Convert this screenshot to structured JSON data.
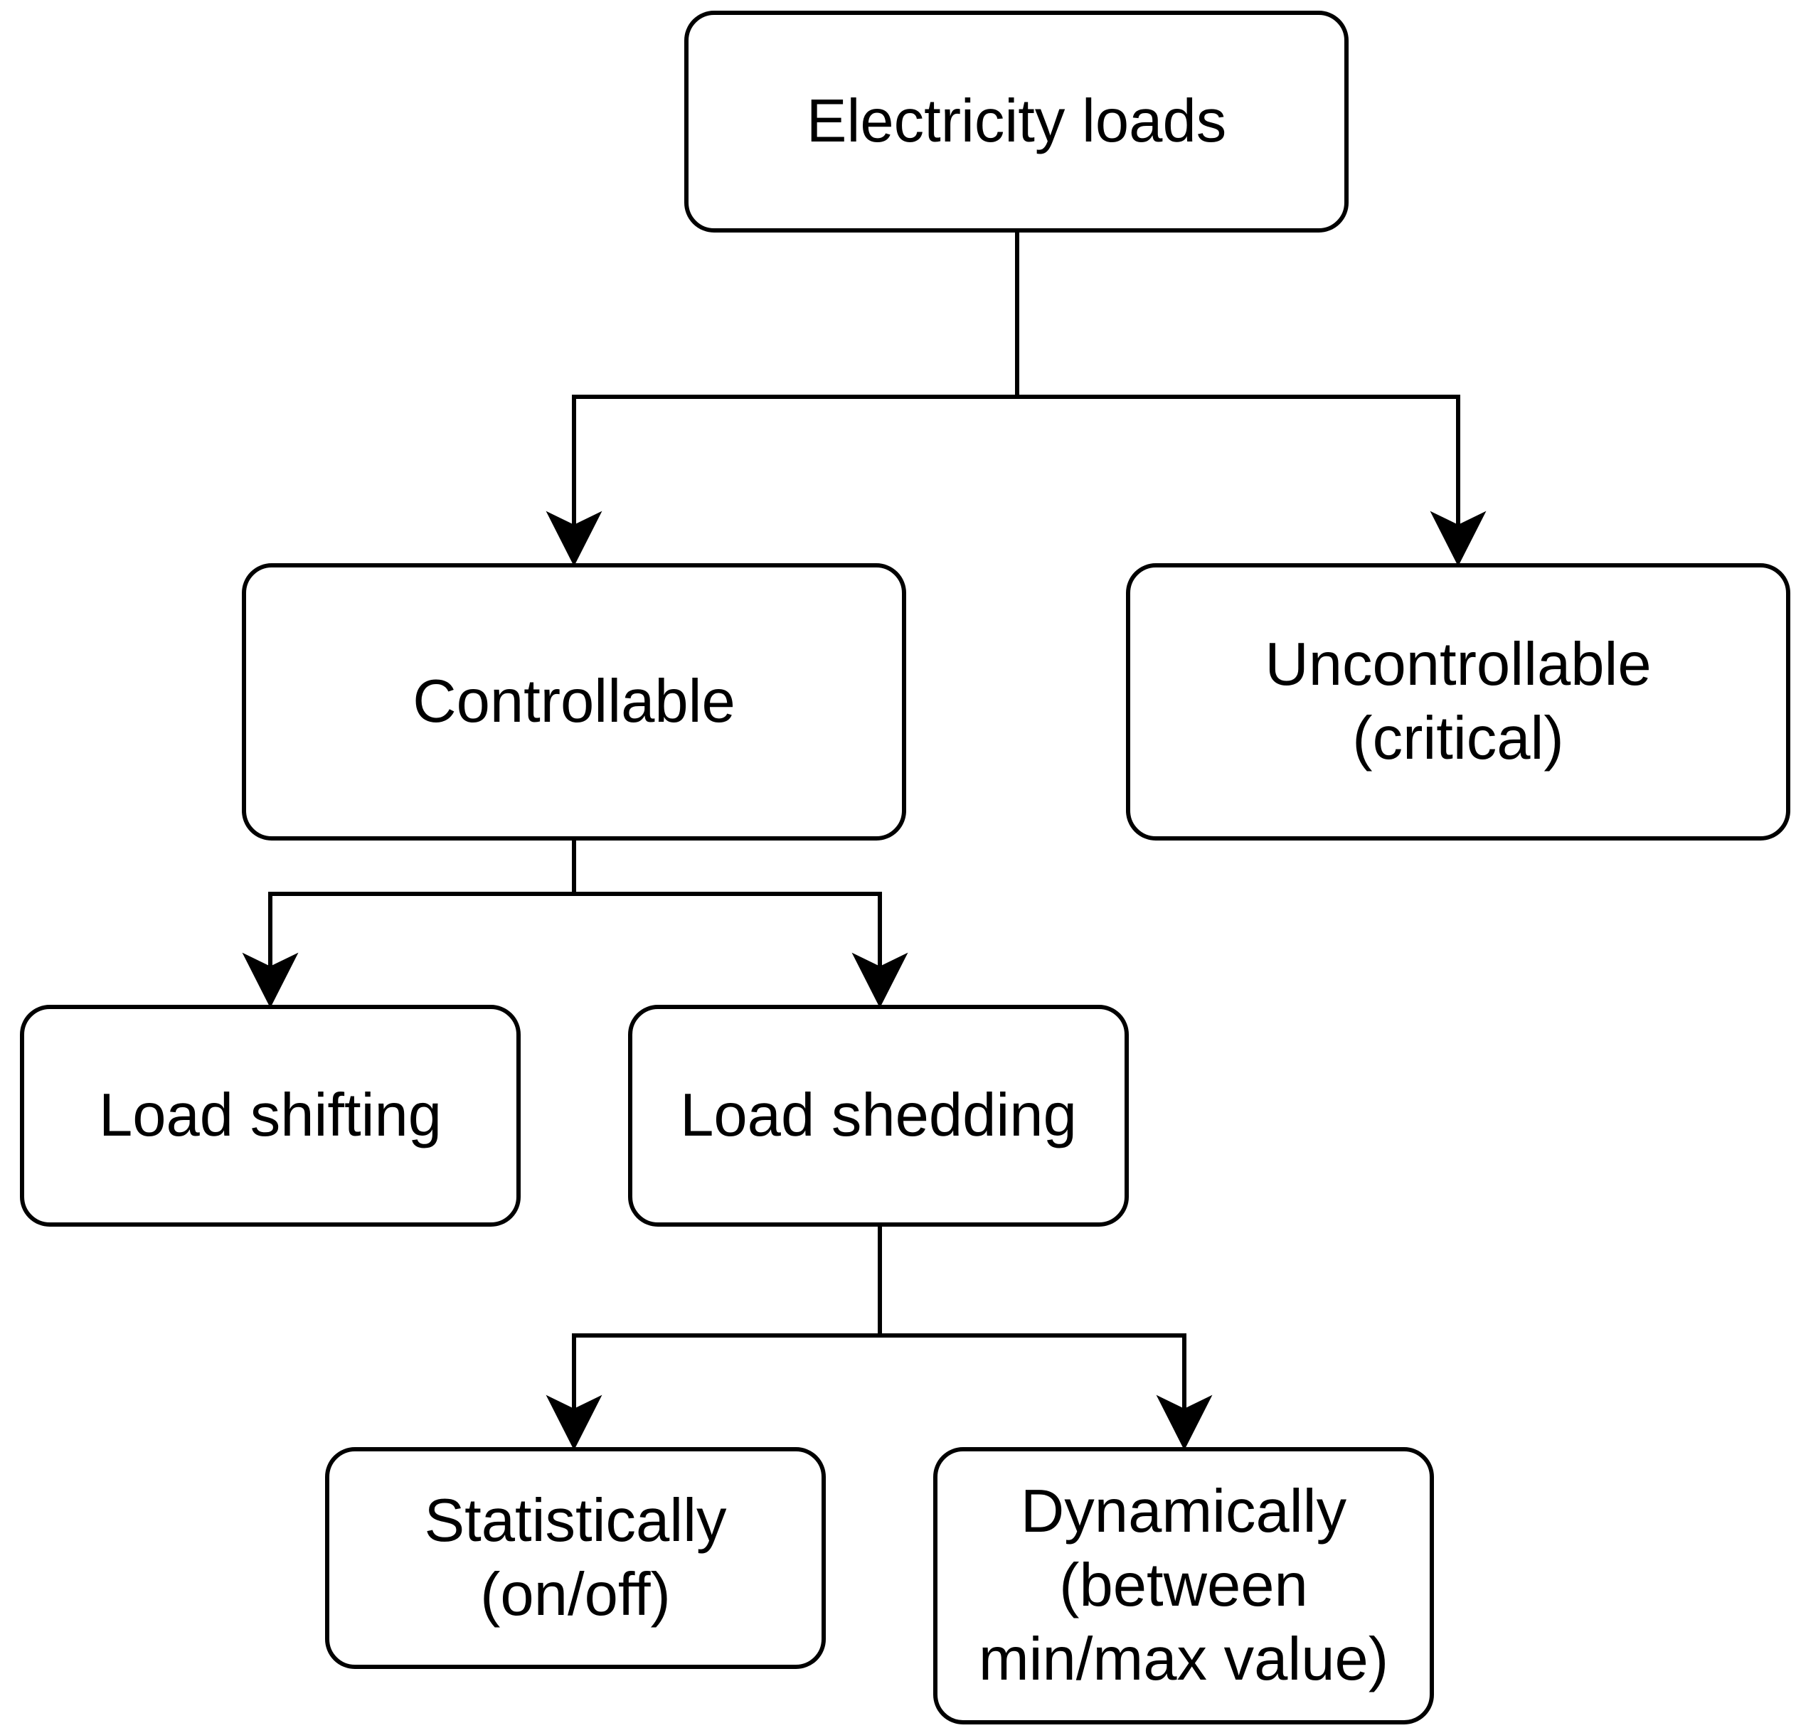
{
  "nodes": {
    "root": {
      "lines": [
        "Electricity loads"
      ]
    },
    "controllable": {
      "lines": [
        "Controllable"
      ]
    },
    "uncontrollable": {
      "lines": [
        "Uncontrollable",
        "(critical)"
      ]
    },
    "load_shifting": {
      "lines": [
        "Load shifting"
      ]
    },
    "load_shedding": {
      "lines": [
        "Load shedding"
      ]
    },
    "statistically": {
      "lines": [
        "Statistically",
        "(on/off)"
      ]
    },
    "dynamically": {
      "lines": [
        "Dynamically",
        "(between",
        "min/max value)"
      ]
    }
  },
  "colors": {
    "stroke": "#000000",
    "fill": "#ffffff",
    "text": "#000000"
  }
}
